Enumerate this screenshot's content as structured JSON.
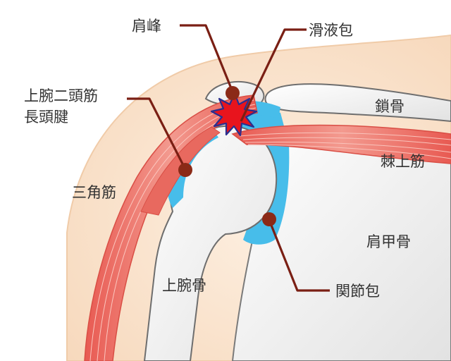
{
  "labels": {
    "acromion": "肩峰",
    "bursa": "滑液包",
    "biceps_line1": "上腕二頭筋",
    "biceps_line2": "長頭腱",
    "clavicle": "鎖骨",
    "supraspinatus": "棘上筋",
    "deltoid": "三角筋",
    "scapula": "肩甲骨",
    "humerus": "上腕骨",
    "capsule": "関節包"
  },
  "colors": {
    "skin": "#fbe5cf",
    "skin_edge": "#f2cfb0",
    "bone": "#f4f4f4",
    "bone_edge": "#6e6e6e",
    "muscle": "#e8695f",
    "muscle_light": "#f4a59a",
    "bursa_capsule": "#47bdea",
    "leader": "#7a1f14",
    "pain_star": "#e8141d",
    "pain_star_edge": "#2a2f8f"
  },
  "icons": {
    "pain_marker": "pain-burst-icon"
  }
}
